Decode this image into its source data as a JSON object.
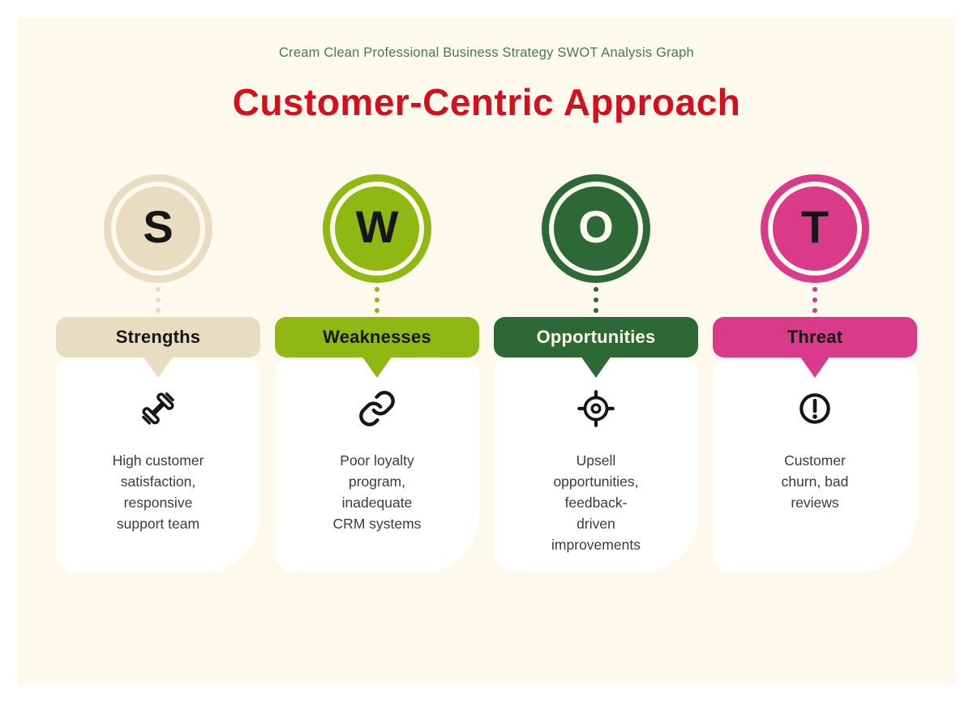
{
  "header": {
    "subtitle": "Cream Clean Professional Business Strategy SWOT Analysis Graph",
    "title": "Customer-Centric Approach",
    "subtitle_color": "#477a52",
    "title_color": "#d40f1e"
  },
  "colors": {
    "outer_border": "#ffffff",
    "panel_background": "#fdf9ec",
    "card_background": "#ffffff",
    "body_text": "#3b3b3b"
  },
  "columns": [
    {
      "id": "strengths",
      "letter": "S",
      "label": "Strengths",
      "color": "#e9ddc1",
      "letter_color": "#161616",
      "icon": "dumbbell-icon",
      "description": "High customer\nsatisfaction,\nresponsive\nsupport team"
    },
    {
      "id": "weaknesses",
      "letter": "W",
      "label": "Weaknesses",
      "color": "#8fb812",
      "letter_color": "#161616",
      "icon": "chain-link-icon",
      "description": "Poor loyalty\nprogram,\ninadequate\nCRM systems"
    },
    {
      "id": "opportunities",
      "letter": "O",
      "label": "Opportunities",
      "color": "#2d6837",
      "letter_color": "#fdf9ec",
      "icon": "target-icon",
      "description": "Upsell\nopportunities,\nfeedback-\ndriven\nimprovements"
    },
    {
      "id": "threat",
      "letter": "T",
      "label": "Threat",
      "color": "#d93a8a",
      "letter_color": "#161616",
      "icon": "alert-icon",
      "description": "Customer\nchurn, bad\nreviews"
    }
  ]
}
